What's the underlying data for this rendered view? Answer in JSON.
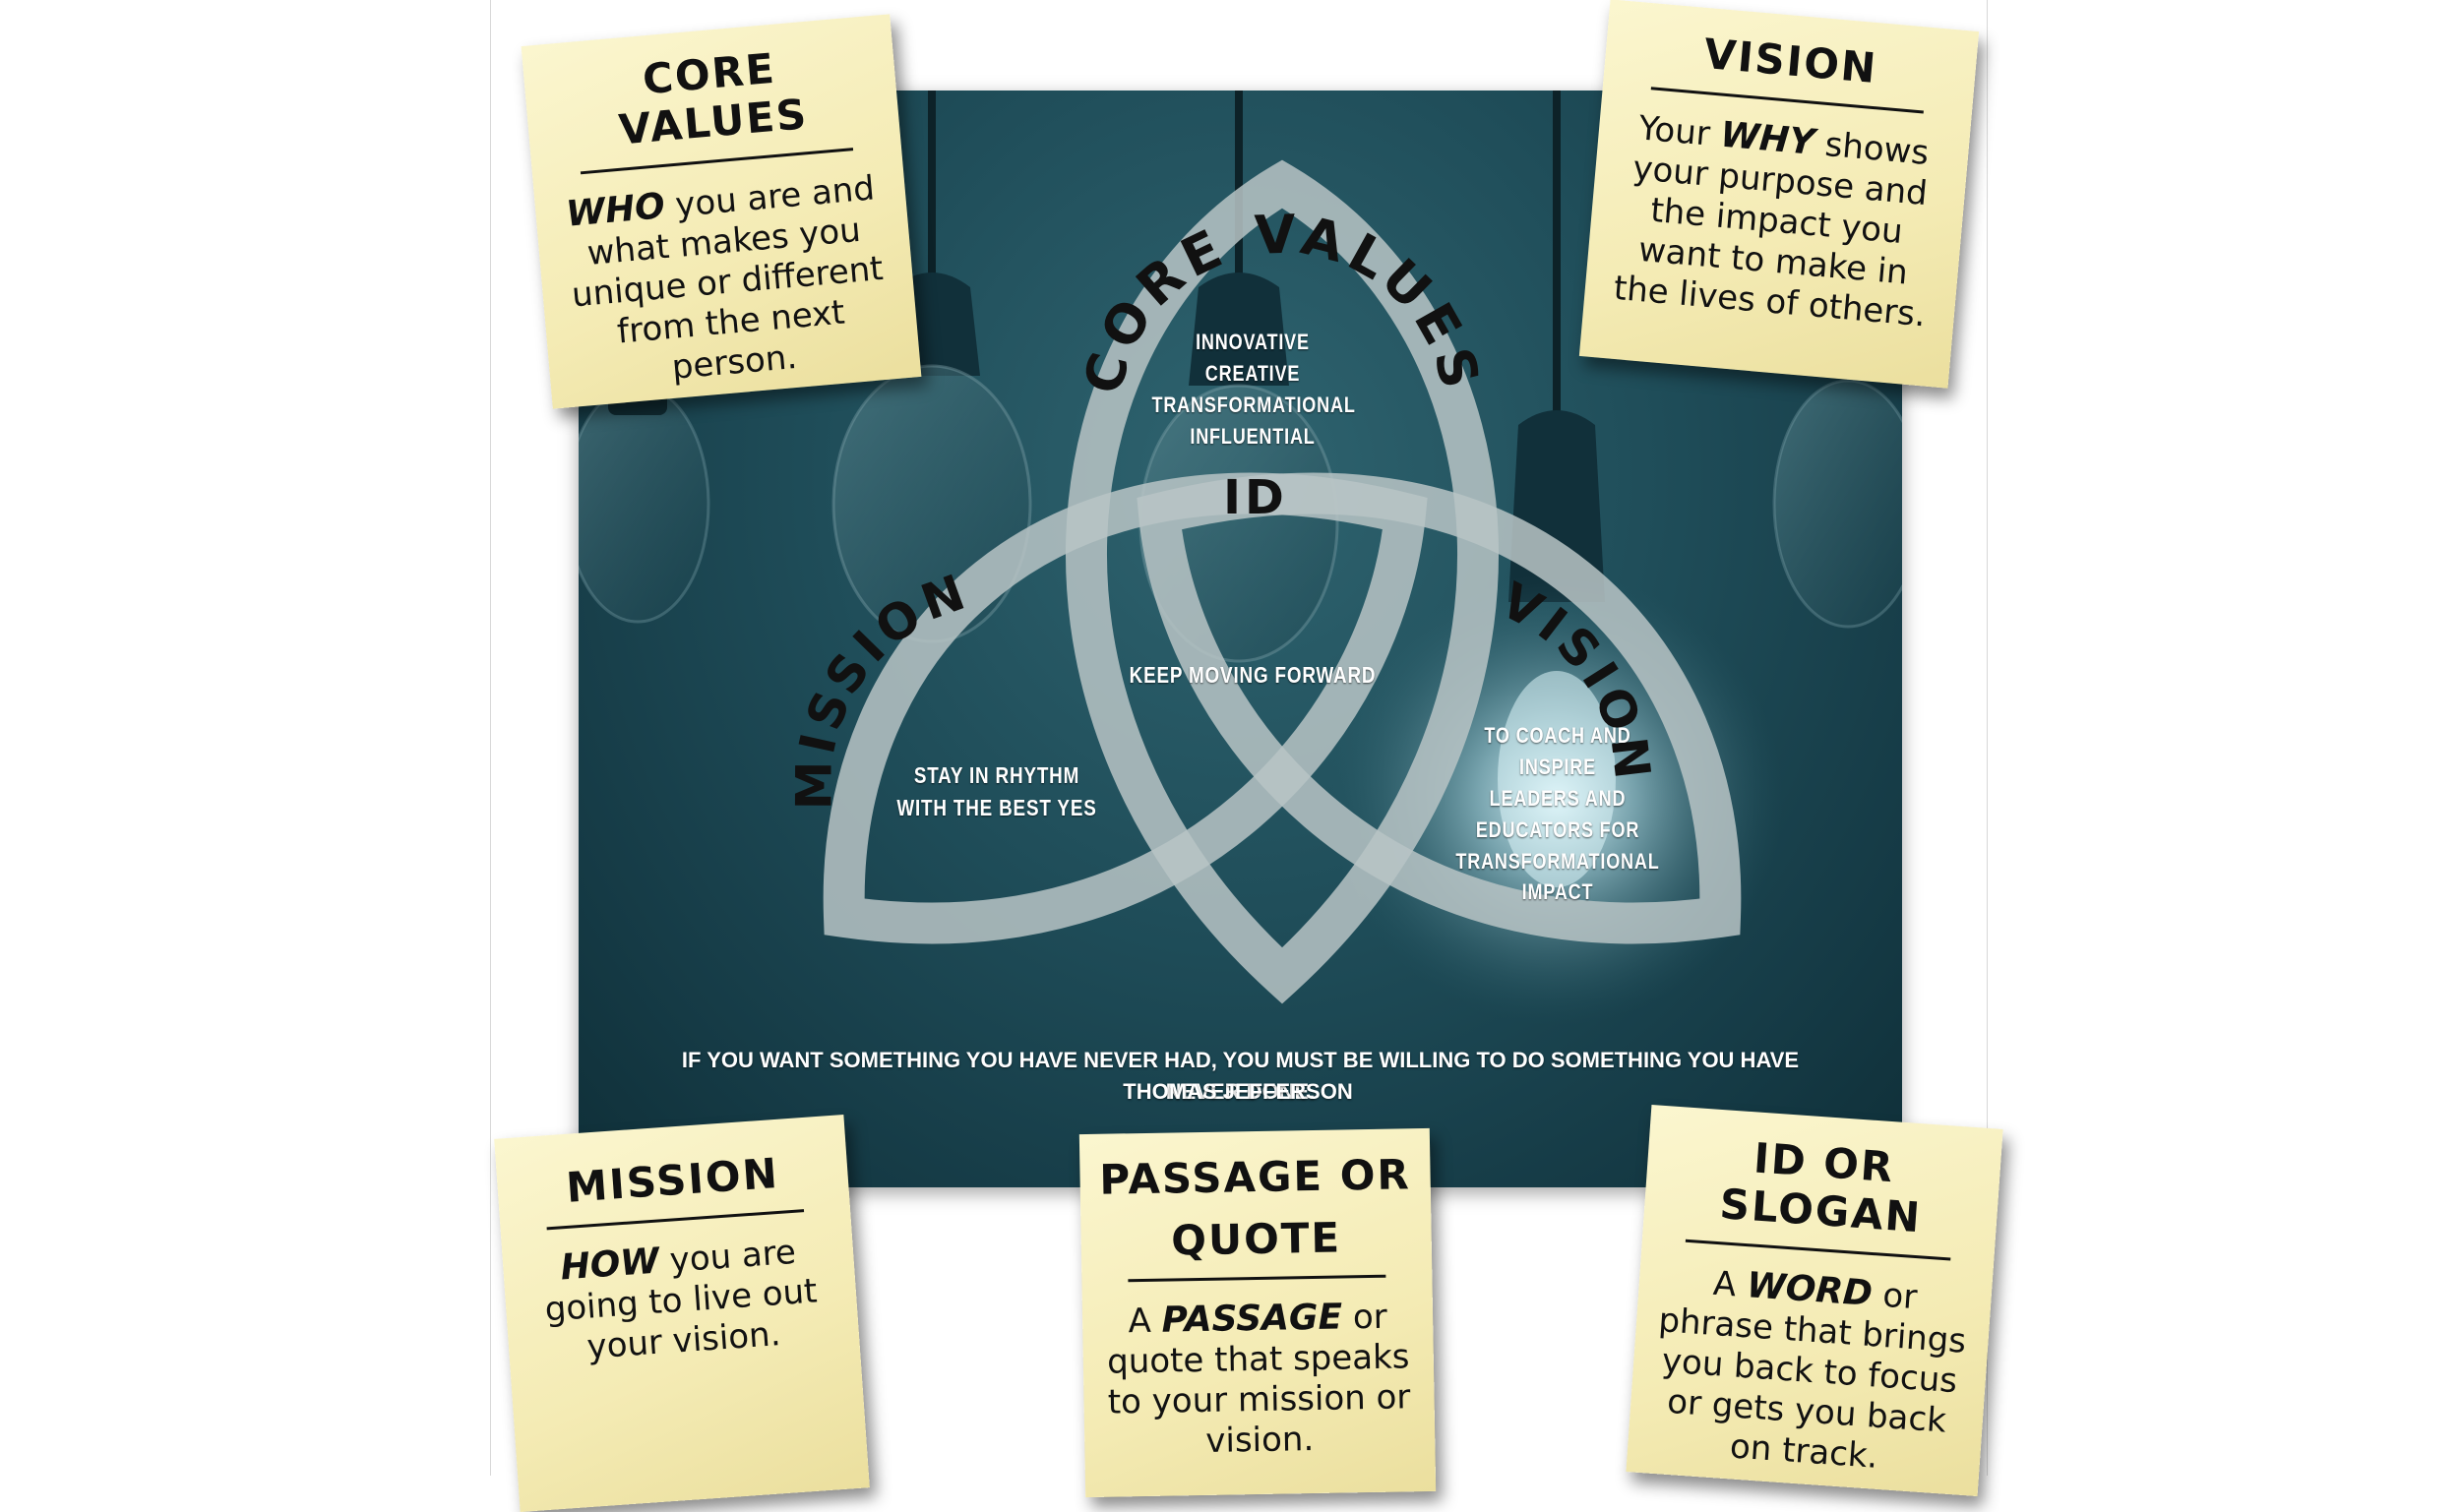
{
  "poster": {
    "ring_labels": {
      "core_values": "CORE VALUES",
      "mission": "MISSION",
      "vision": "VISION"
    },
    "center_label": "ID",
    "core_values_list": [
      "INNOVATIVE",
      "CREATIVE",
      "TRANSFORMATIONAL",
      "INFLUENTIAL"
    ],
    "id_text": "KEEP MOVING FORWARD",
    "mission_text": [
      "STAY IN RHYTHM",
      "WITH THE BEST YES"
    ],
    "vision_text": [
      "TO COACH AND",
      "INSPIRE",
      "LEADERS AND",
      "EDUCATORS FOR",
      "TRANSFORMATIONAL",
      "IMPACT"
    ],
    "quote": "IF YOU WANT SOMETHING YOU HAVE NEVER HAD, YOU MUST BE WILLING TO DO SOMETHING YOU HAVE NEVER DONE.",
    "quote_author": "THOMAS JEFFERSON",
    "colors": {
      "background": "#1f4d59",
      "ring": "#b9c4c6",
      "text": "#ffffff"
    }
  },
  "notes": {
    "core_values": {
      "title": "CORE VALUES",
      "em": "WHO",
      "rest": " you are and what makes you unique or different from the next person."
    },
    "vision": {
      "title": "VISION",
      "pre": "Your ",
      "em": "WHY",
      "rest": " shows your purpose and the impact you want to make in the lives of others."
    },
    "mission": {
      "title": "MISSION",
      "em": "HOW",
      "rest": " you are going to live out your vision."
    },
    "passage": {
      "title_line1": "PASSAGE OR",
      "title_line2": "QUOTE",
      "pre": "A ",
      "em": "PASSAGE",
      "rest": " or quote that speaks to your mission or vision."
    },
    "id_slogan": {
      "title": "ID OR SLOGAN",
      "pre": "A ",
      "em": "WORD",
      "rest": " or phrase that brings you back to focus or gets you back on track."
    },
    "colors": {
      "paper": "#f6eebf",
      "ink": "#111111"
    }
  }
}
